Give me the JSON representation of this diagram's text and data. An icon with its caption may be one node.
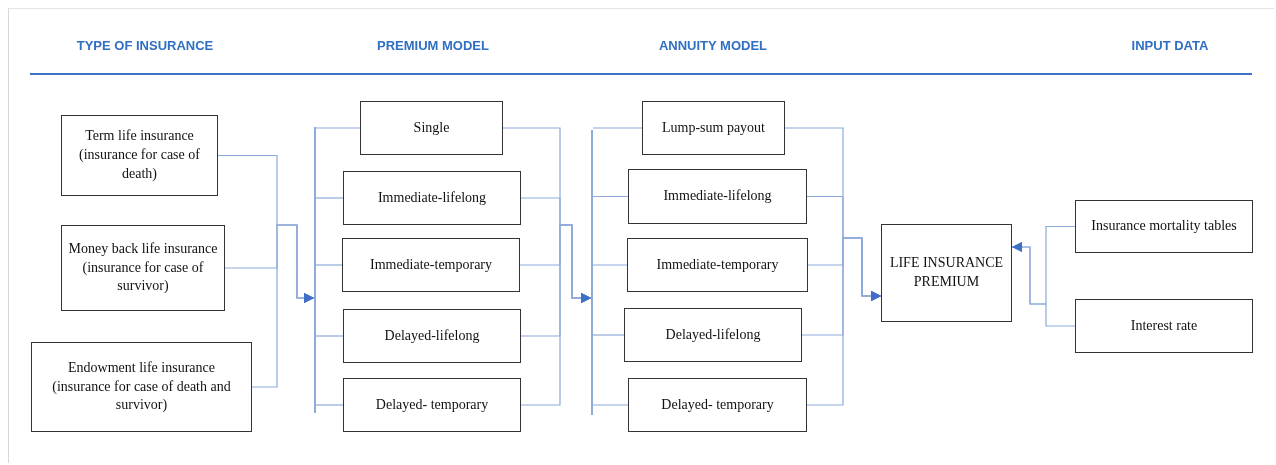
{
  "diagram": {
    "nodes": [
      {
        "text": [
          "Term life insurance (insurance for case of death)"
        ]
      },
      {
        "text": [
          "Money back life insurance (insurance for case of survivor)"
        ]
      },
      {
        "text": [
          "Endowment life insurance (insurance for case of death and survivor)"
        ]
      },
      {
        "text": [],
        "shape": "bar"
      },
      {
        "text": [
          "Single"
        ]
      },
      {
        "text": [
          "Immediate-lifelong"
        ]
      },
      {
        "text": [
          "Immediate-temporary"
        ]
      },
      {
        "text": [
          "Delayed-lifelong"
        ]
      },
      {
        "text": [
          "Delayed- temporary"
        ]
      },
      {
        "text": [],
        "shape": "bar"
      },
      {
        "text": [
          "Lump-sum payout"
        ]
      },
      {
        "text": [
          "Immediate-lifelong"
        ]
      },
      {
        "text": [
          "Immediate-temporary"
        ]
      },
      {
        "text": [
          "Delayed-lifelong"
        ]
      },
      {
        "text": [
          "Delayed- temporary"
        ]
      },
      {
        "text": [
          "LIFE INSURANCE PREMIUM"
        ]
      },
      {
        "text": [
          "Insurance mortality tables"
        ]
      },
      {
        "text": [
          "Interest rate"
        ]
      }
    ],
    "edges": [
      {
        "from": 0,
        "to": 3,
        "arrow": "to"
      },
      {
        "from": 1,
        "to": 3,
        "arrow": "to"
      },
      {
        "from": 2,
        "to": 3,
        "arrow": "to"
      },
      {
        "from": 3,
        "to": 4,
        "arrow": "none"
      },
      {
        "from": 3,
        "to": 5,
        "arrow": "none"
      },
      {
        "from": 3,
        "to": 6,
        "arrow": "none"
      },
      {
        "from": 3,
        "to": 7,
        "arrow": "none"
      },
      {
        "from": 3,
        "to": 8,
        "arrow": "none"
      },
      {
        "from": 4,
        "to": 9,
        "arrow": "to"
      },
      {
        "from": 5,
        "to": 9,
        "arrow": "to"
      },
      {
        "from": 6,
        "to": 9,
        "arrow": "to"
      },
      {
        "from": 7,
        "to": 9,
        "arrow": "to"
      },
      {
        "from": 8,
        "to": 9,
        "arrow": "to"
      },
      {
        "from": 9,
        "to": 10,
        "arrow": "none"
      },
      {
        "from": 9,
        "to": 11,
        "arrow": "none"
      },
      {
        "from": 9,
        "to": 12,
        "arrow": "none"
      },
      {
        "from": 9,
        "to": 13,
        "arrow": "none"
      },
      {
        "from": 9,
        "to": 14,
        "arrow": "none"
      },
      {
        "from": 10,
        "to": 15,
        "arrow": "to"
      },
      {
        "from": 11,
        "to": 15,
        "arrow": "to"
      },
      {
        "from": 12,
        "to": 15,
        "arrow": "to"
      },
      {
        "from": 13,
        "to": 15,
        "arrow": "to"
      },
      {
        "from": 14,
        "to": 15,
        "arrow": "to"
      },
      {
        "from": 16,
        "to": 15,
        "arrow": "to"
      },
      {
        "from": 17,
        "to": 15,
        "arrow": "to"
      }
    ],
    "labels": [
      "TYPE OF INSURANCE",
      "PREMIUM MODEL",
      "ANNUITY MODEL",
      "INPUT DATA"
    ]
  }
}
